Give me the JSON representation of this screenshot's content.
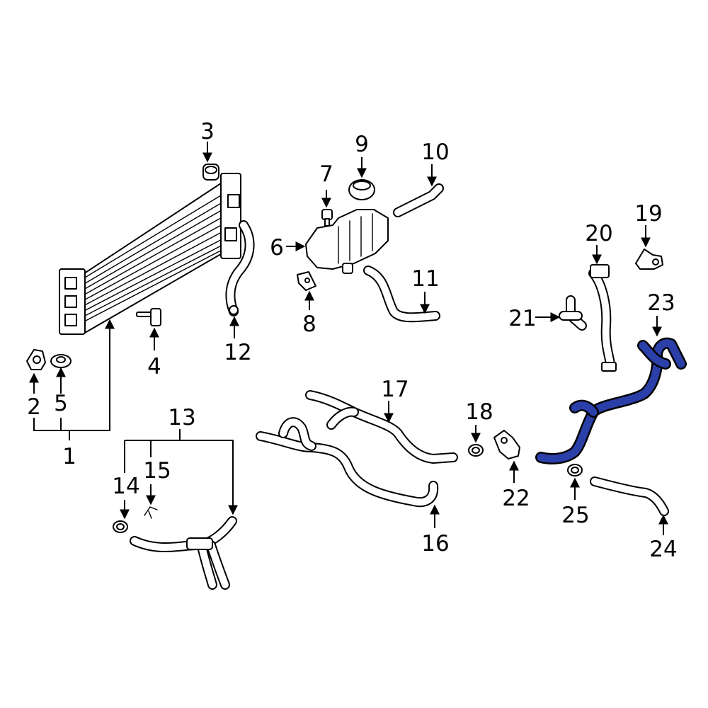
{
  "diagram": {
    "highlight_color": "#2B3FA8",
    "highlighted_part": "23",
    "callouts": [
      "1",
      "2",
      "3",
      "4",
      "5",
      "6",
      "7",
      "8",
      "9",
      "10",
      "11",
      "12",
      "13",
      "14",
      "15",
      "16",
      "17",
      "18",
      "19",
      "20",
      "21",
      "22",
      "23",
      "24",
      "25"
    ]
  }
}
